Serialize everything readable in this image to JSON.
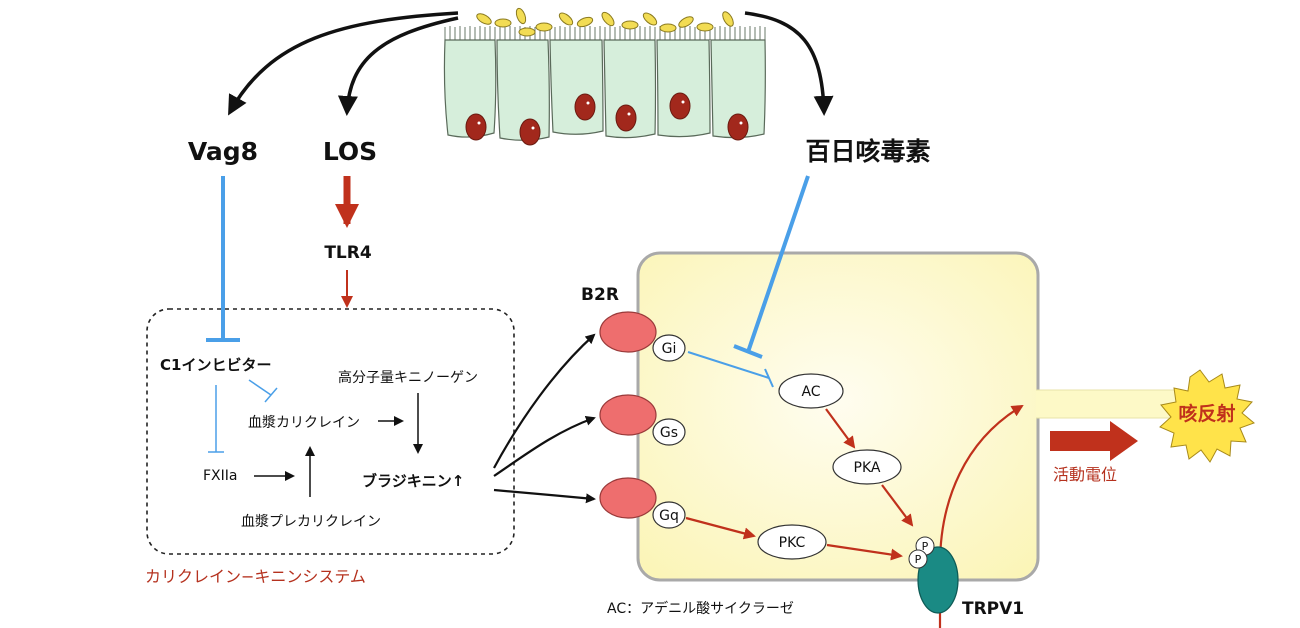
{
  "toxins": {
    "vag8": "Vag8",
    "los": "LOS",
    "pertussis_toxin": "百日咳毒素",
    "tlr4": "TLR4"
  },
  "kks": {
    "c1_inhibitor": "C1インヒビター",
    "hmw_kininogen": "高分子量キニノーゲン",
    "plasma_kallikrein": "血漿カリクレイン",
    "fxiia": "FXIIa",
    "bradykinin": "ブラジキニン↑",
    "prekallikrein": "血漿プレカリクレイン",
    "system_label": "カリクレイン−キニンシステム"
  },
  "cell": {
    "b2r": "B2R",
    "gi": "Gi",
    "gs": "Gs",
    "gq": "Gq",
    "ac": "AC",
    "pka": "PKA",
    "pkc": "PKC",
    "p1": "P",
    "p2": "P",
    "trpv1": "TRPV1"
  },
  "output": {
    "cough_reflex": "咳反射",
    "action_potential": "活動電位"
  },
  "legend": {
    "ac_def": "AC：アデニル酸サイクラーゼ"
  },
  "colors": {
    "activation": "#c0311c",
    "inhibition": "#4a9fe8",
    "cell_fill": "#fdf9c7",
    "receptor": "#ee6e6e",
    "trpv1": "#1a8a84",
    "epithelium": "#d6eedb",
    "nucleus": "#a2281c"
  }
}
